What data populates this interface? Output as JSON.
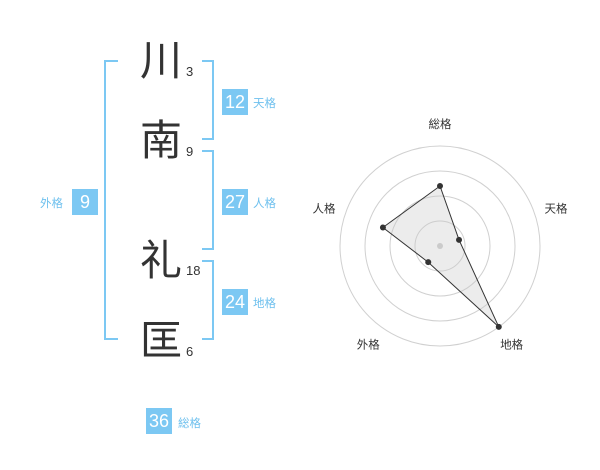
{
  "name": {
    "chars": [
      {
        "char": "川",
        "strokes": "3"
      },
      {
        "char": "南",
        "strokes": "9"
      },
      {
        "char": "礼",
        "strokes": "18"
      },
      {
        "char": "匡",
        "strokes": "6"
      }
    ]
  },
  "kakusu": {
    "tenkaku": {
      "value": "12",
      "label": "天格"
    },
    "jinkaku": {
      "value": "27",
      "label": "人格"
    },
    "chikaku": {
      "value": "24",
      "label": "地格"
    },
    "gaikaku": {
      "value": "9",
      "label": "外格"
    },
    "soukaku": {
      "value": "36",
      "label": "総格"
    }
  },
  "chart_data": {
    "type": "radar",
    "axes": [
      "総格",
      "天格",
      "地格",
      "外格",
      "人格"
    ],
    "values": [
      3,
      1,
      5,
      1,
      3
    ],
    "rmax": 5,
    "rings": 4
  }
}
